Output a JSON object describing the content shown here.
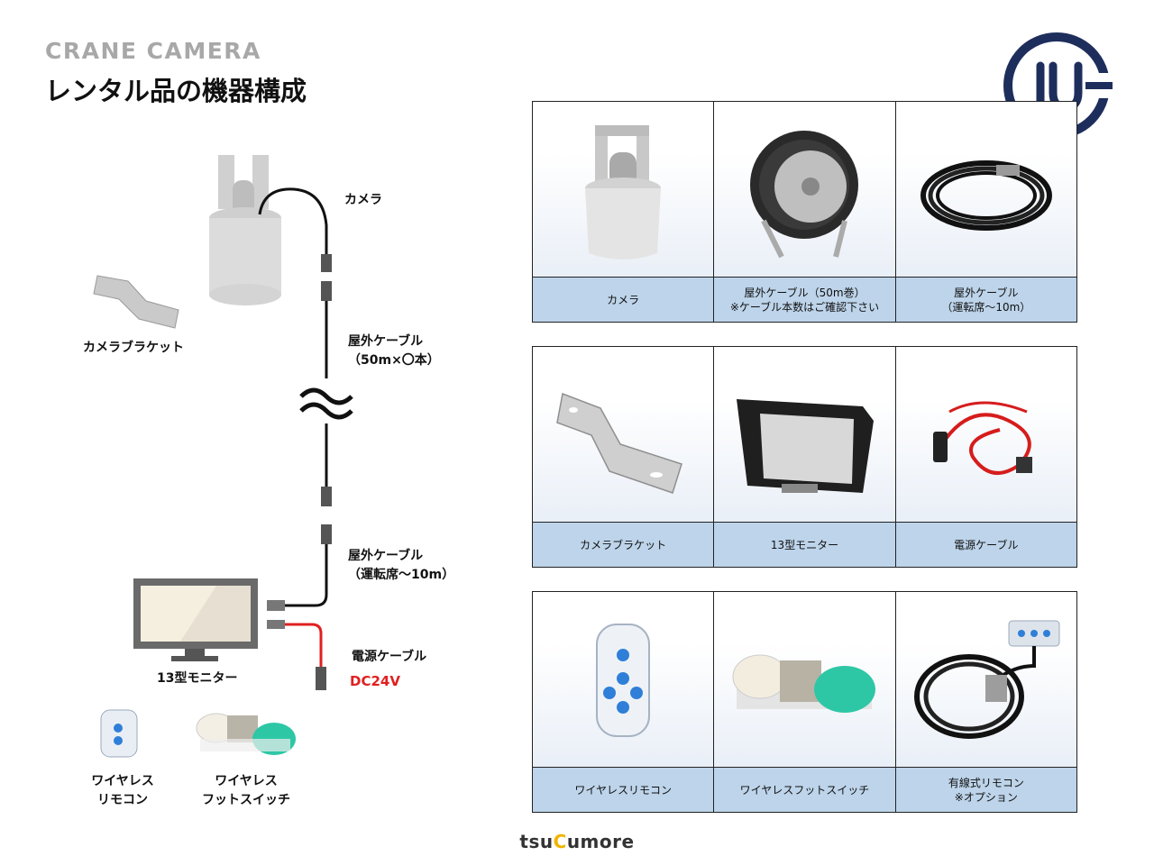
{
  "header": {
    "subtitle": "CRANE  CAMERA",
    "title": "レンタル品の機器構成"
  },
  "logo": {
    "text": "JU-",
    "color": "#1e2e5c"
  },
  "diagram": {
    "camera": "カメラ",
    "bracket": "カメラブラケット",
    "cable1_line1": "屋外ケーブル",
    "cable1_line2": "（50m×〇本）",
    "cable2_line1": "屋外ケーブル",
    "cable2_line2": "（運転席～10m）",
    "monitor": "13型モニター",
    "power_cable": "電源ケーブル",
    "voltage": "DC24V",
    "remote_line1": "ワイヤレス",
    "remote_line2": "リモコン",
    "switch_line1": "ワイヤレス",
    "switch_line2": "フットスイッチ"
  },
  "panels": [
    [
      {
        "icon": "camera-photo-icon",
        "lines": [
          "カメラ"
        ]
      },
      {
        "icon": "cable-reel-photo-icon",
        "lines": [
          "屋外ケーブル（50m巻）",
          "※ケーブル本数はご確認下さい"
        ]
      },
      {
        "icon": "coiled-cable-photo-icon",
        "lines": [
          "屋外ケーブル",
          "（運転席～10m）"
        ]
      }
    ],
    [
      {
        "icon": "bracket-photo-icon",
        "lines": [
          "カメラブラケット"
        ]
      },
      {
        "icon": "monitor-hood-photo-icon",
        "lines": [
          "13型モニター"
        ]
      },
      {
        "icon": "power-cable-photo-icon",
        "lines": [
          "電源ケーブル"
        ]
      }
    ],
    [
      {
        "icon": "wireless-remote-photo-icon",
        "lines": [
          "ワイヤレスリモコン"
        ]
      },
      {
        "icon": "foot-switch-photo-icon",
        "lines": [
          "ワイヤレスフットスイッチ"
        ]
      },
      {
        "icon": "wired-remote-photo-icon",
        "lines": [
          "有線式リモコン",
          "※オプション"
        ]
      }
    ]
  ],
  "footer": {
    "brand_pre": "tsu",
    "brand_c": "C",
    "brand_post": "umore"
  },
  "colors": {
    "caption_bg": "#bdd4ea",
    "accent_red": "#e02020",
    "logo_navy": "#1e2e5c"
  }
}
